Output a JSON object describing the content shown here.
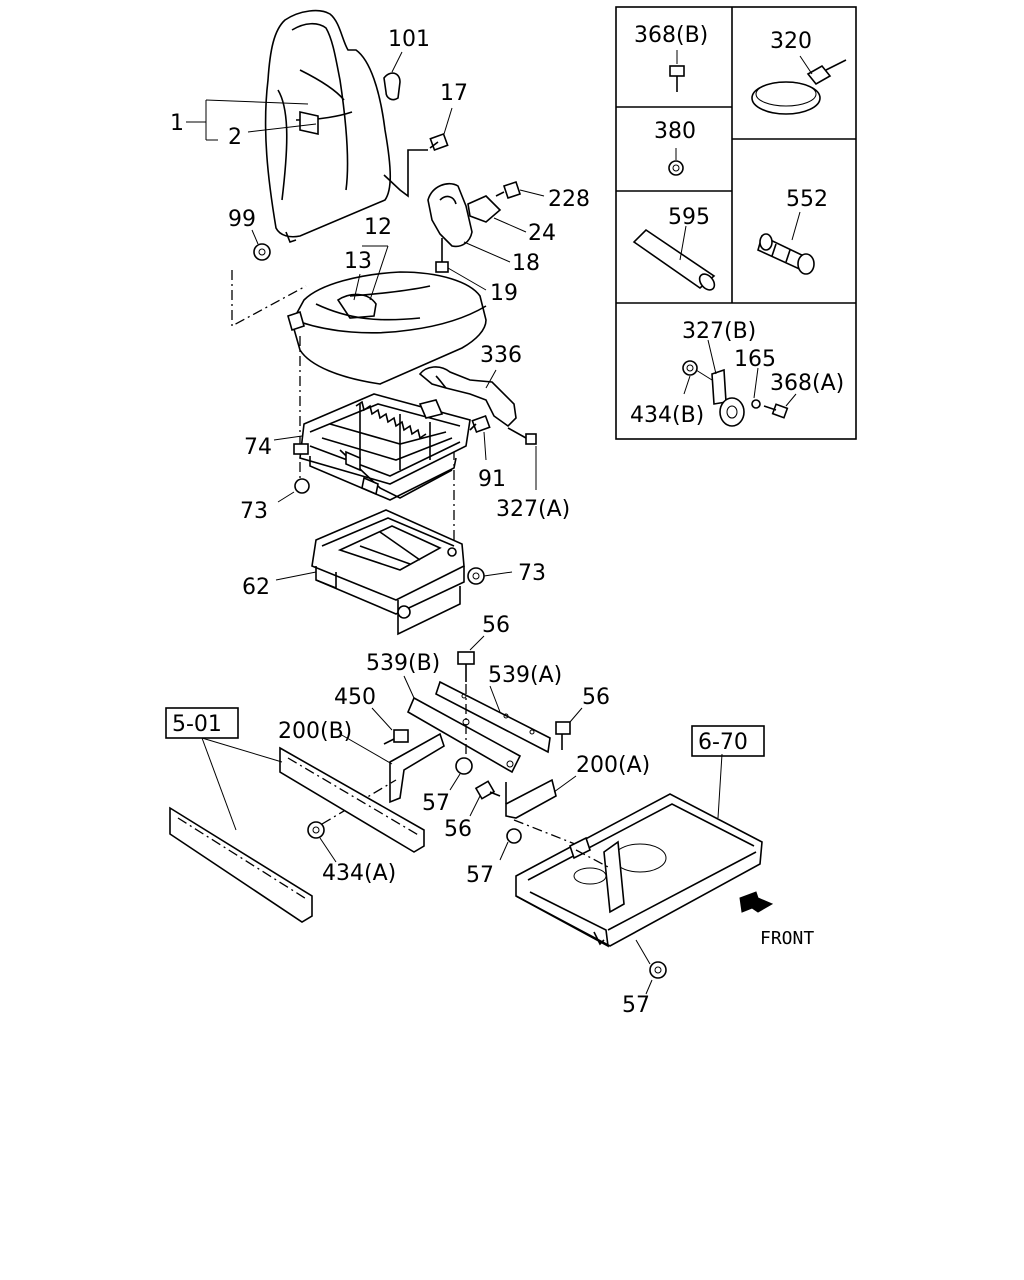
{
  "diagram": {
    "labels": {
      "p1": "1",
      "p2": "2",
      "p101": "101",
      "p17": "17",
      "p99": "99",
      "p12": "12",
      "p13": "13",
      "p228": "228",
      "p24": "24",
      "p18": "18",
      "p19": "19",
      "p336": "336",
      "p74": "74",
      "p91": "91",
      "p327a": "327(A)",
      "p73a": "73",
      "p62": "62",
      "p73b": "73",
      "p56a": "56",
      "p539b": "539(B)",
      "p539a": "539(A)",
      "p56b": "56",
      "p450": "450",
      "p200b": "200(B)",
      "p200a": "200(A)",
      "p57a": "57",
      "p56c": "56",
      "p434a": "434(A)",
      "p57b": "57",
      "p57c": "57",
      "ref501": "5-01",
      "ref670": "6-70",
      "front": "FRONT"
    },
    "inset": {
      "c368b": "368(B)",
      "c320": "320",
      "c380": "380",
      "c595": "595",
      "c552": "552",
      "c327b": "327(B)",
      "c165": "165",
      "c368a": "368(A)",
      "c434b": "434(B)"
    }
  }
}
